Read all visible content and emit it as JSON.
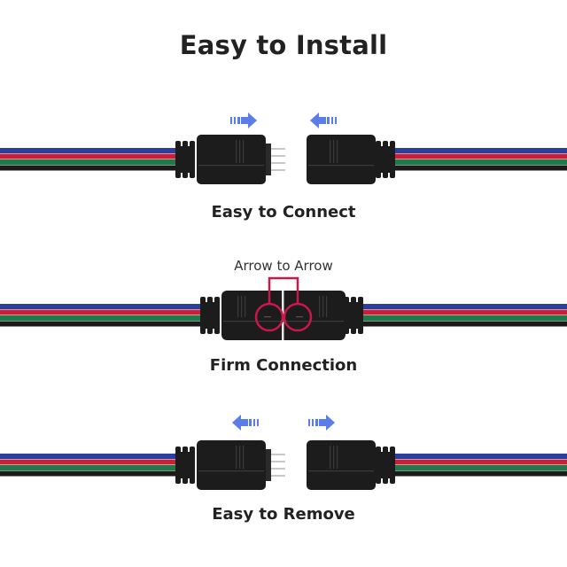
{
  "title": "Easy to Install",
  "sections": [
    {
      "caption": "Easy to Connect",
      "state": "connect"
    },
    {
      "caption": "Firm Connection",
      "state": "connected",
      "annotation": "Arrow to Arrow"
    },
    {
      "caption": "Easy to Remove",
      "state": "remove"
    }
  ],
  "colors": {
    "wire_blue": "#2b3f9e",
    "wire_red": "#c9203a",
    "wire_green": "#1f7a4a",
    "wire_black": "#1a1a1a",
    "connector": "#1c1c1c",
    "arrow": "#5b7de8",
    "highlight": "#c8184a"
  }
}
